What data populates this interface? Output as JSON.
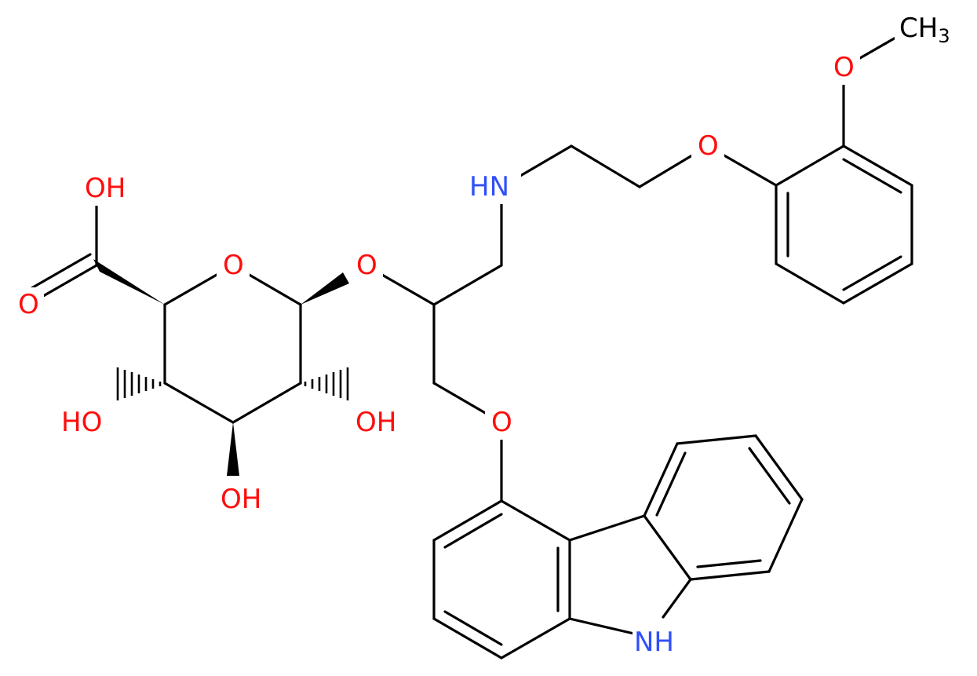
{
  "colors": {
    "background": "#ffffff",
    "bond": "#000000",
    "oxygen": "#ff0d0d",
    "nitrogen": "#3050f8",
    "carbon": "#000000"
  },
  "atoms": {
    "oh_acid": "OH",
    "o_carbonyl": "O",
    "o_ring": "O",
    "o_glycosidic": "O",
    "oh_left": "HO",
    "oh_bottom": "OH",
    "oh_right": "OH",
    "nh_amine": "HN",
    "o_ether_top": "O",
    "o_methoxy": "O",
    "methyl_c": "CH",
    "methyl_sub": "3",
    "o_ether_carbazole": "O",
    "nh_carbazole": "NH"
  }
}
